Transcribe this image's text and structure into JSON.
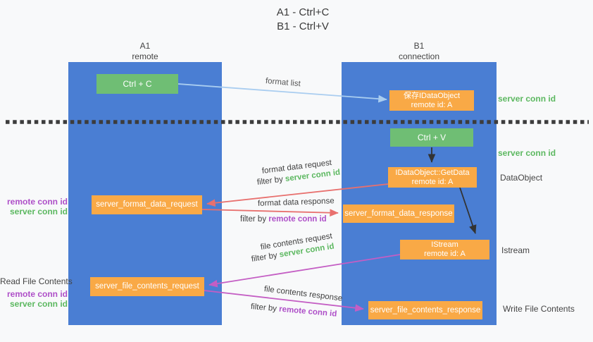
{
  "title": {
    "line1": "A1 - Ctrl+C",
    "line2": "B1 - Ctrl+V"
  },
  "lifelines": {
    "a": {
      "name": "A1",
      "role": "remote"
    },
    "b": {
      "name": "B1",
      "role": "connection"
    }
  },
  "nodes": {
    "ctrl_c": {
      "label": "Ctrl + C"
    },
    "ctrl_v": {
      "label": "Ctrl + V"
    },
    "save_dataobject": {
      "line1": "保存IDataObject",
      "line2": "remote id: A"
    },
    "getdata": {
      "line1": "IDataObject::GetData",
      "line2": "remote id: A"
    },
    "istream": {
      "line1": "IStream",
      "line2": "remote id: A"
    },
    "format_request": {
      "label": "server_format_data_request"
    },
    "format_response": {
      "label": "server_format_data_response"
    },
    "file_request": {
      "label": "server_file_contents_request"
    },
    "file_response": {
      "label": "server_file_contents_response"
    }
  },
  "flow_labels": {
    "format_list": "format list",
    "format_data_request": "format data request",
    "format_data_response": "format data response",
    "file_contents_request": "file contents request",
    "file_contents_response": "file contents response",
    "filter_by": "filter by",
    "server_conn_id": "server conn id",
    "remote_conn_id": "remote conn id"
  },
  "side_labels": {
    "right": {
      "server_conn_id_top": "server conn id",
      "server_conn_id_mid": "server conn id",
      "dataobject": "DataObject",
      "istream": "Istream",
      "write_file_contents": "Write File Contents"
    },
    "left": {
      "remote_conn_id_top": "remote conn id",
      "server_conn_id_top": "server conn id",
      "read_file_contents": "Read File Contents",
      "remote_conn_id_bottom": "remote conn id",
      "server_conn_id_bottom": "server conn id"
    }
  },
  "colors": {
    "lifeline_blue": "#4a7ed3",
    "node_orange": "#f9a946",
    "node_green": "#6fbe74",
    "arrow_red": "#e8706e",
    "arrow_purple": "#c45ec4",
    "arrow_light_blue": "#a9cdf0",
    "arrow_black": "#333333",
    "text_green": "#5cb860",
    "text_purple": "#ae4fc8",
    "dashed_line": "#3c3c3c"
  }
}
